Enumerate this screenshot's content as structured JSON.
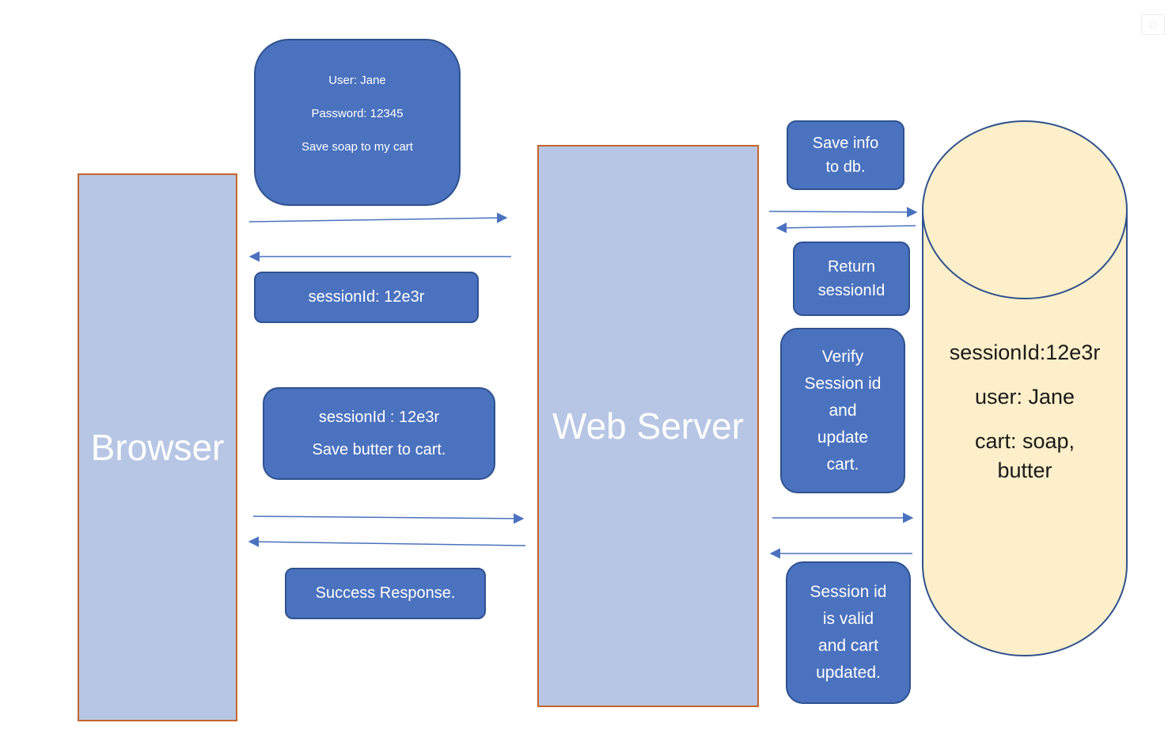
{
  "browser": {
    "label": "Browser"
  },
  "server": {
    "label": "Web Server"
  },
  "messages": {
    "login": {
      "user": "User: Jane",
      "password": "Password: 12345",
      "action": "Save soap to my cart"
    },
    "session_response": "sessionId: 12e3r",
    "butter_request": {
      "session": "sessionId : 12e3r",
      "action": "Save butter to cart."
    },
    "success": "Success Response."
  },
  "server_notes": {
    "save_info": [
      "Save info",
      "to db."
    ],
    "return_session": [
      "Return",
      "sessionId"
    ],
    "verify": [
      "Verify",
      "Session id",
      "and",
      "update",
      "cart."
    ],
    "valid": [
      "Session id",
      "is valid",
      "and cart",
      "updated."
    ]
  },
  "database": {
    "session": "sessionId:12e3r",
    "user": "user: Jane",
    "cart_line1": "cart: soap,",
    "cart_line2": "butter"
  },
  "colors": {
    "pillar_fill": "#b7c6e4",
    "pillar_border": "#c5652b",
    "box_fill": "#4a72bf",
    "box_border": "#2f528f",
    "db_fill": "#fcefc9",
    "db_border": "#2f528f",
    "arrow": "#4a72bf"
  }
}
